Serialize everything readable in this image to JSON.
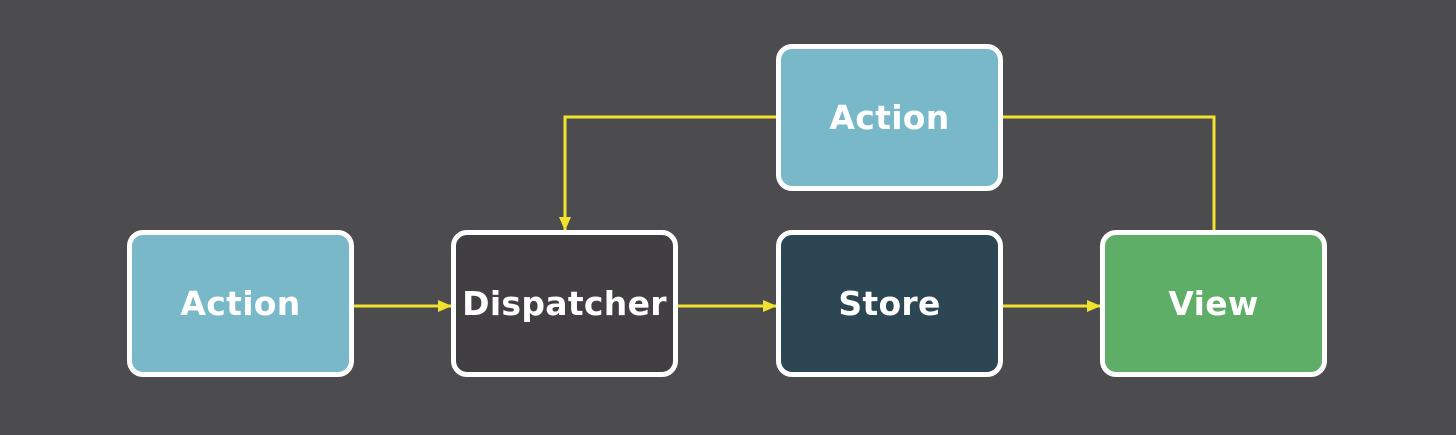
{
  "nodes": {
    "action_left": {
      "label": "Action",
      "fill": "#78b8c9"
    },
    "dispatcher": {
      "label": "Dispatcher",
      "fill": "#413f41"
    },
    "store": {
      "label": "Store",
      "fill": "#2c4653"
    },
    "view": {
      "label": "View",
      "fill": "#5fae68"
    },
    "action_top": {
      "label": "Action",
      "fill": "#78b8c9"
    }
  },
  "colors": {
    "background": "#4c4b4d",
    "arrow": "#f2e230",
    "node_border": "#ffffff"
  }
}
